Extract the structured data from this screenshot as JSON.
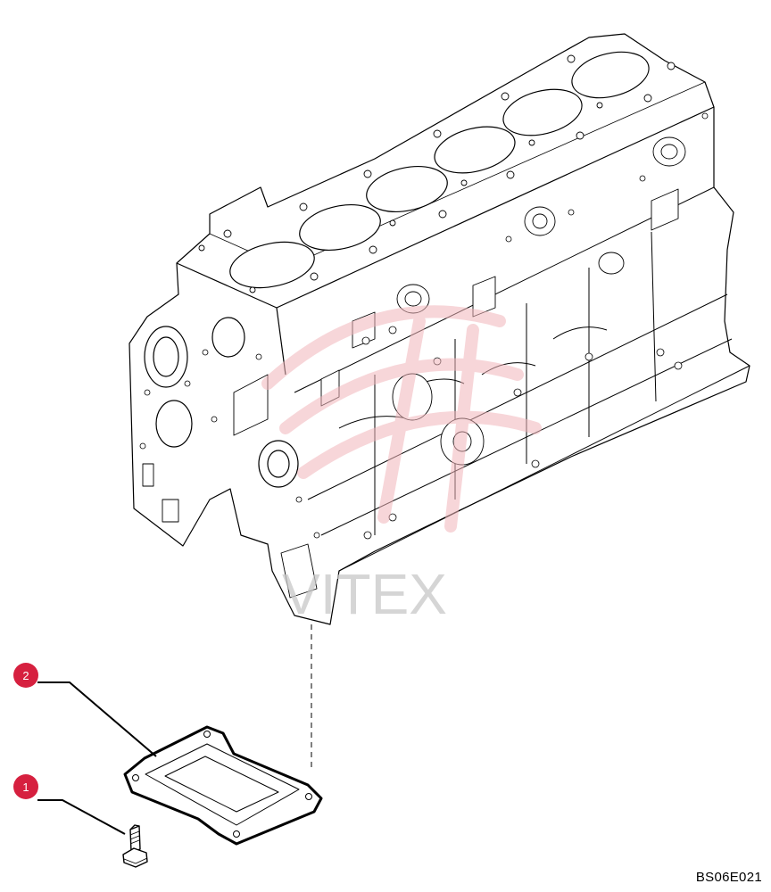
{
  "diagram": {
    "reference_code": "BS06E021",
    "watermark_text": "VITEX",
    "callouts": [
      {
        "number": "2",
        "part": "cover-plate"
      },
      {
        "number": "1",
        "part": "bolt"
      }
    ],
    "colors": {
      "callout": "#d6203f",
      "line": "#000000",
      "watermark_logo": "#f2b6bb",
      "watermark_text": "#c8c8c8"
    }
  }
}
